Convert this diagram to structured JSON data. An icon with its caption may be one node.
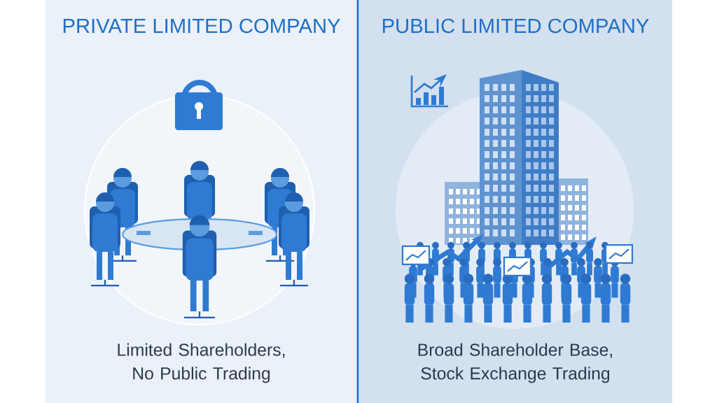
{
  "diagram": {
    "nodes": [
      {
        "text": [
          "PRIVATE LIMITED COMPANY",
          "Limited Shareholders, No Public Trading"
        ]
      },
      {
        "text": [
          "PUBLIC LIMITED COMPANY",
          "Broad Shareholder Base, Stock Exchange Trading"
        ]
      }
    ]
  }
}
